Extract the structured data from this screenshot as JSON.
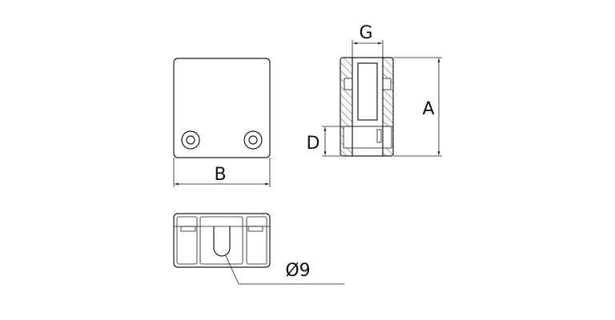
{
  "labels": {
    "width": "B",
    "gap": "G",
    "height": "A",
    "depth": "D",
    "diameter": "Ø9"
  },
  "colors": {
    "line": "#1a1a1a",
    "background": "#ffffff"
  }
}
